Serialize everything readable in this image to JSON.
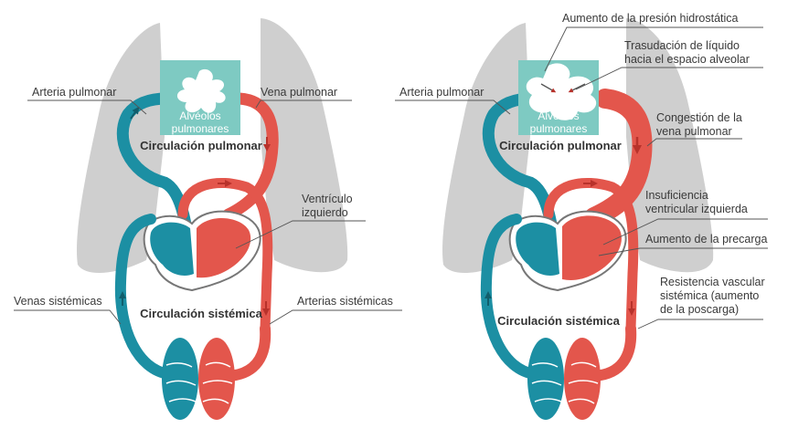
{
  "colors": {
    "lung": "#cfcfcf",
    "alveolus_box": "#7ecac2",
    "venous": "#1c8fa3",
    "arterial": "#e3564c",
    "heart_outline": "#777777"
  },
  "left_panel": {
    "arteria_pulmonar": "Arteria pulmonar",
    "vena_pulmonar": "Vena pulmonar",
    "alveolos_1": "Alvéolos",
    "alveolos_2": "pulmonares",
    "circ_pulmonar": "Circulación pulmonar",
    "ventriculo_1": "Ventrículo",
    "ventriculo_2": "izquierdo",
    "venas_sistemicas": "Venas sistémicas",
    "circ_sistemica": "Circulación sistémica",
    "arterias_sistemicas": "Arterias sistémicas"
  },
  "right_panel": {
    "presion": "Aumento de la presión hidrostática",
    "trasudacion_1": "Trasudación de líquido",
    "trasudacion_2": "hacia el espacio alveolar",
    "arteria_pulmonar": "Arteria pulmonar",
    "alveolos_1": "Alvéolos",
    "alveolos_2": "pulmonares",
    "congestion_1": "Congestión de la",
    "congestion_2": "vena pulmonar",
    "circ_pulmonar": "Circulación pulmonar",
    "insuficiencia_1": "Insuficiencia",
    "insuficiencia_2": "ventricular izquierda",
    "precarga": "Aumento de la precarga",
    "resistencia_1": "Resistencia vascular",
    "resistencia_2": "sistémica (aumento",
    "resistencia_3": "de la poscarga)",
    "circ_sistemica": "Circulación sistémica"
  }
}
